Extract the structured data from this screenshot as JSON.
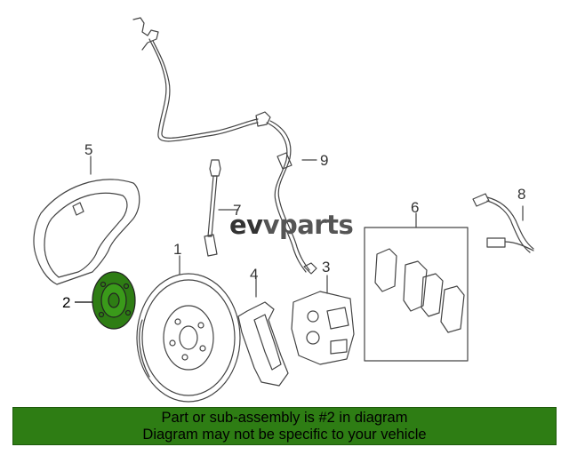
{
  "logo": {
    "mark": "ev",
    "text": "vparts"
  },
  "callouts": [
    {
      "id": "1",
      "label": "1"
    },
    {
      "id": "2",
      "label": "2"
    },
    {
      "id": "3",
      "label": "3"
    },
    {
      "id": "4",
      "label": "4"
    },
    {
      "id": "5",
      "label": "5"
    },
    {
      "id": "6",
      "label": "6"
    },
    {
      "id": "7",
      "label": "7"
    },
    {
      "id": "8",
      "label": "8"
    },
    {
      "id": "9",
      "label": "9"
    }
  ],
  "highlighted_part": "2",
  "colors": {
    "highlight": "#2e7d14",
    "banner": "#2e7d14",
    "line": "#444444"
  },
  "banner": {
    "line1": "Part or sub-assembly is #2 in diagram",
    "line2": "Diagram may not be specific to your vehicle"
  }
}
